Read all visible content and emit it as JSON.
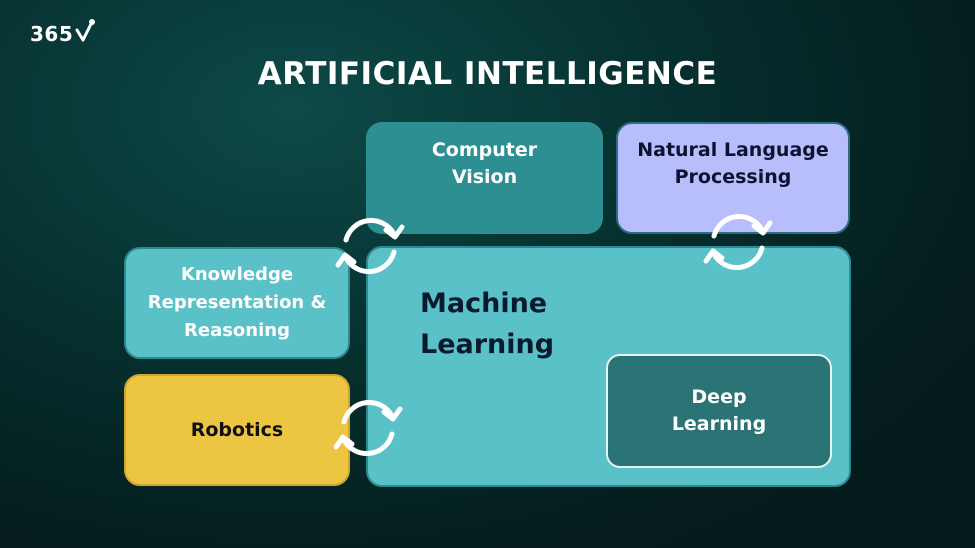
{
  "logo": {
    "text": "365",
    "icon": "checkmark-node-icon"
  },
  "title": "ARTIFICIAL INTELLIGENCE",
  "boxes": {
    "computer_vision": {
      "label": "Computer\nVision",
      "color": "#2e8f93"
    },
    "nlp": {
      "label": "Natural Language\nProcessing",
      "color": "#b8bdfb"
    },
    "machine_learning": {
      "label": "Machine\nLearning",
      "color": "#5bc1c9"
    },
    "krr": {
      "label": "Knowledge\nRepresentation &\nReasoning",
      "color": "#5bc1c9"
    },
    "robotics": {
      "label": "Robotics",
      "color": "#ecc543"
    },
    "deep_learning": {
      "label": "Deep\nLearning",
      "color": "#2b7476"
    }
  },
  "connectors": {
    "icon": "cycle-arrows-icon",
    "count": 3
  }
}
